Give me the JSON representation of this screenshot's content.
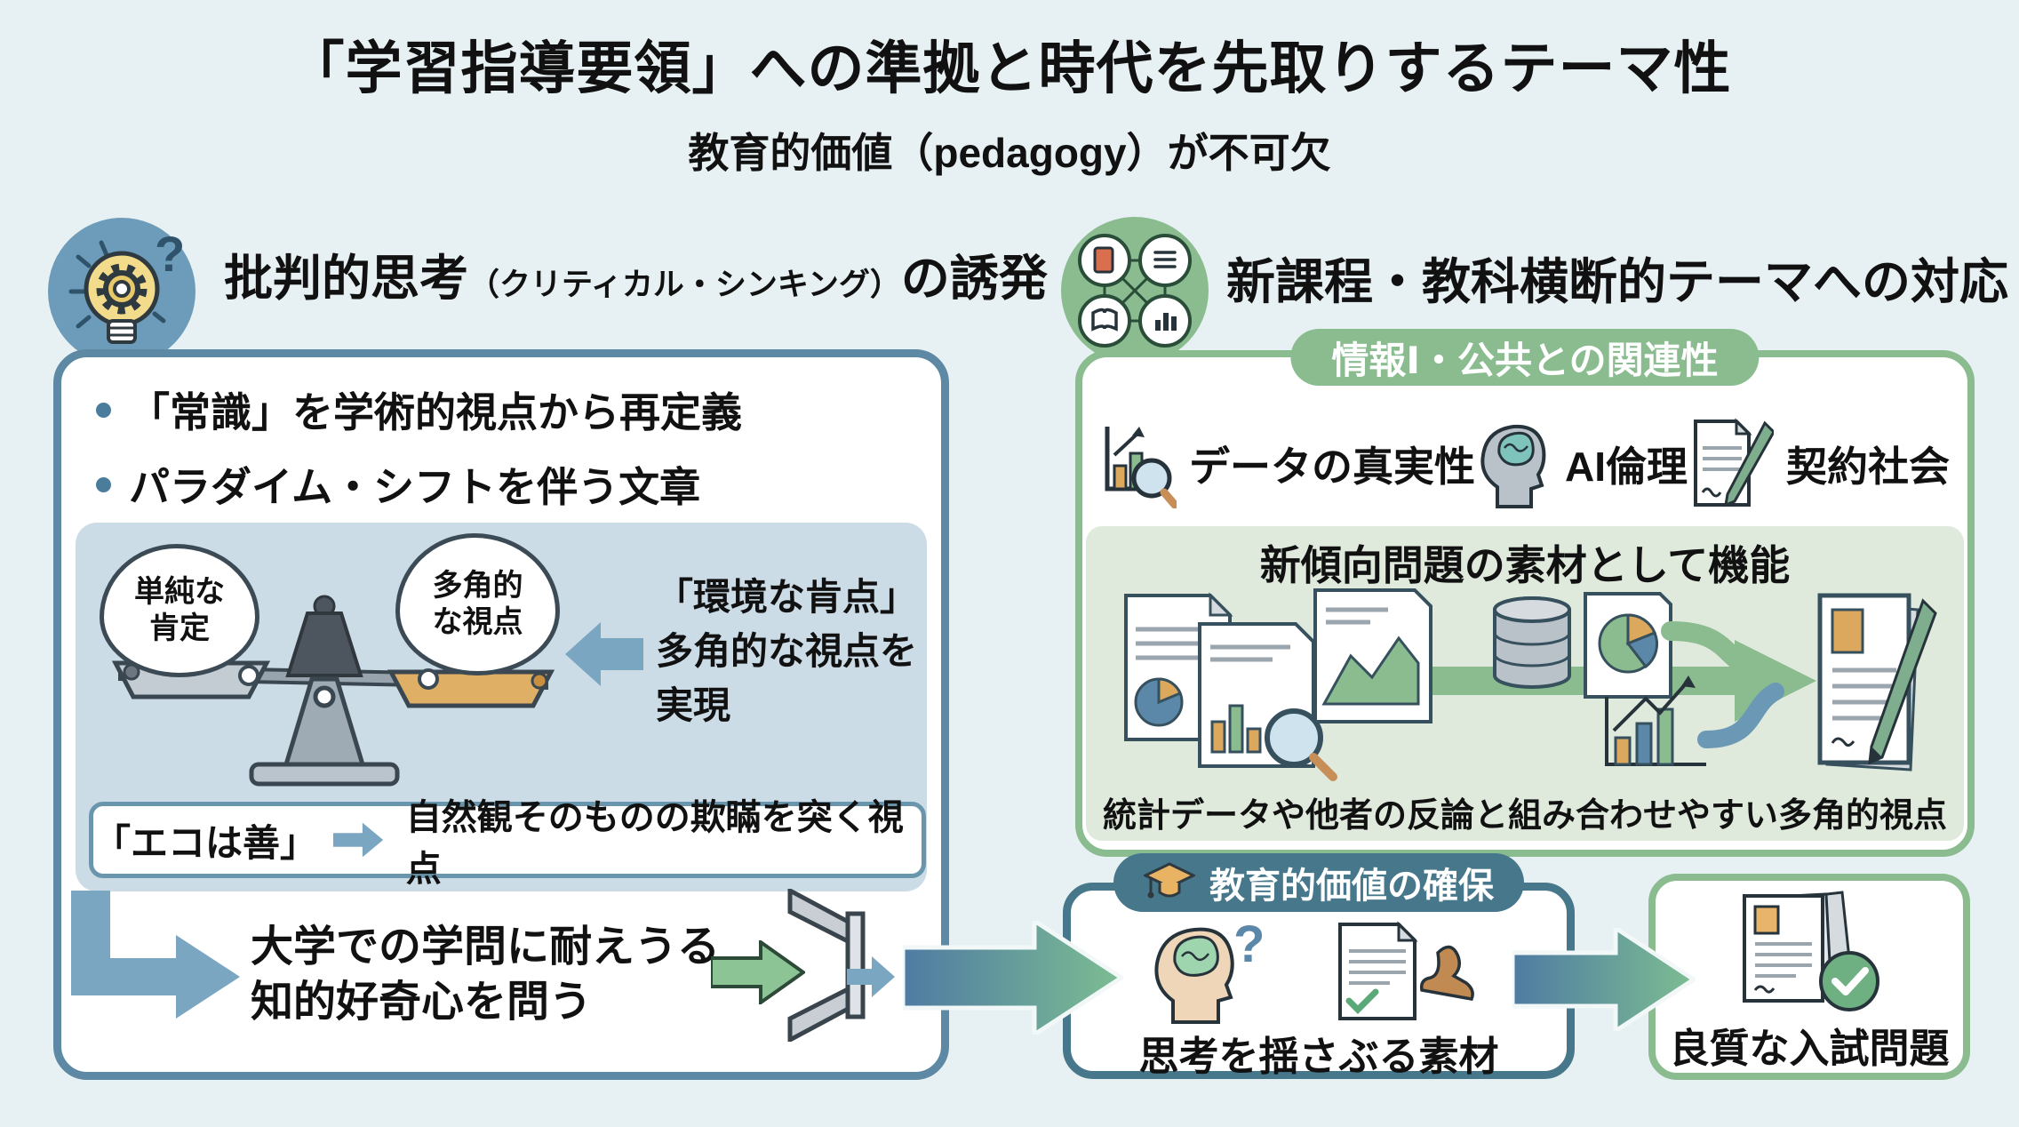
{
  "title": "「学習指導要領」への準拠と時代を先取りするテーマ性",
  "subtitle": "教育的価値（pedagogy）が不可欠",
  "colors": {
    "background": "#e7f0f2",
    "steel_blue": "#5d89a4",
    "light_blue_panel": "#ccdce7",
    "arrow_blue": "#7aa6c2",
    "green": "#8abc90",
    "light_green_panel": "#dfeadd",
    "slate_teal": "#46778a",
    "pan_orange": "#e0af66"
  },
  "left": {
    "header": {
      "main": "批判的思考",
      "paren": "（クリティカル・シンキング）",
      "suffix": "の誘発"
    },
    "bullets": [
      "「常識」を学術的視点から再定義",
      "パラダイム・シフトを伴う文章"
    ],
    "scale_panel": {
      "bubble_left": "単純な\n肯定",
      "bubble_right": "多角的\nな視点",
      "arrow_note": "「環境な肯点」\n多角的な視点を\n実現",
      "example_label": "「エコは善」",
      "example_text": "自然観そのものの欺瞞を突く視点"
    },
    "conclusion": "大学での学問に耐えうる\n知的好奇心を問う"
  },
  "right": {
    "header": "新課程・教科横断的テーマへの対応",
    "pill": "情報Ⅰ・公共との関連性",
    "topics": [
      {
        "label": "データの真実性",
        "icon": "chart-magnifier-icon"
      },
      {
        "label": "AI倫理",
        "icon": "brain-head-icon"
      },
      {
        "label": "契約社会",
        "icon": "contract-pen-icon"
      }
    ],
    "panel": {
      "heading": "新傾向問題の素材として機能",
      "caption": "統計データや他者の反論と組み合わせやすい多角的視点"
    }
  },
  "bottom": {
    "middle": {
      "badge": "教育的価値の確保",
      "caption": "思考を揺さぶる素材"
    },
    "result": {
      "caption": "良質な入試問題"
    }
  }
}
